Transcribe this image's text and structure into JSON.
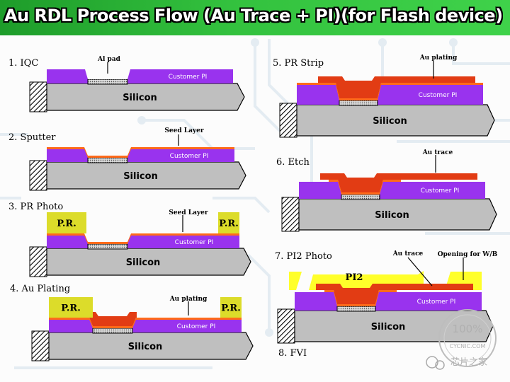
{
  "title": "Au RDL Process Flow (Au Trace + PI)(for Flash device)",
  "silicon_label": "Silicon",
  "customer_pi_label": "Customer PI",
  "pr_label": "P.R.",
  "pi2_label": "PI2",
  "steps": [
    {
      "label": "1. IQC",
      "callout": "Al pad"
    },
    {
      "label": "2. Sputter",
      "callout": "Seed Layer"
    },
    {
      "label": "3. PR Photo",
      "callout": "Seed Layer"
    },
    {
      "label": "4. Au Plating",
      "callout": "Au plating"
    },
    {
      "label": "5. PR Strip",
      "callout": "Au plating"
    },
    {
      "label": "6. Etch",
      "callout": "Au trace"
    },
    {
      "label": "7. PI2 Photo",
      "callout": "Au trace",
      "callout2": "Opening for W/B"
    },
    {
      "label": "8. FVI"
    }
  ],
  "watermark": {
    "percent": "100%",
    "cn": "芯片之家",
    "site": "CYCNIC.COM"
  },
  "colors": {
    "silicon": "#bfbfbf",
    "customer_pi": "#9933ee",
    "seed_layer": "#ff6a1a",
    "au": "#e23c14",
    "pr": "#dcdc2a",
    "pi2": "#ffff2a",
    "al_pad": "#cfcfcf",
    "title_bg": "#2cb838"
  }
}
